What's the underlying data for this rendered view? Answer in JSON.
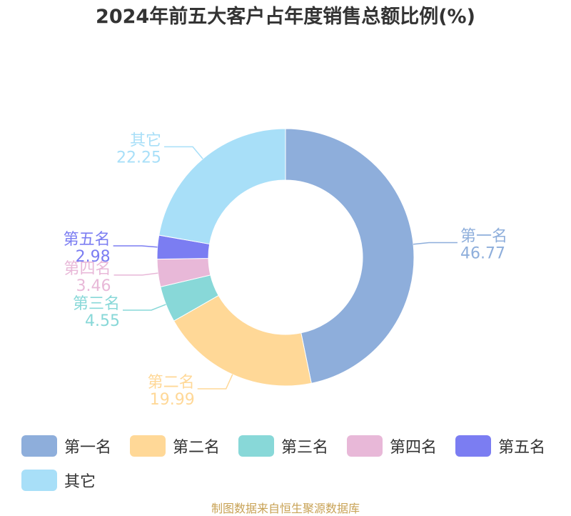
{
  "title": "2024年前五大客户占年度销售总额比例(%)",
  "source": "制图数据来自恒生聚源数据库",
  "chart_data": {
    "type": "pie",
    "title": "2024年前五大客户占年度销售总额比例(%)",
    "donut": true,
    "legend_position": "bottom",
    "categories": [
      "第一名",
      "第二名",
      "第三名",
      "第四名",
      "第五名",
      "其它"
    ],
    "values": [
      46.77,
      19.99,
      4.55,
      3.46,
      2.98,
      22.25
    ],
    "legend": [
      "第一名",
      "第二名",
      "第三名",
      "第四名",
      "第五名",
      "其它"
    ],
    "colors": [
      "#8eaedb",
      "#ffd897",
      "#88d8d8",
      "#e8b8d8",
      "#7b7df2",
      "#a8dff8"
    ]
  }
}
